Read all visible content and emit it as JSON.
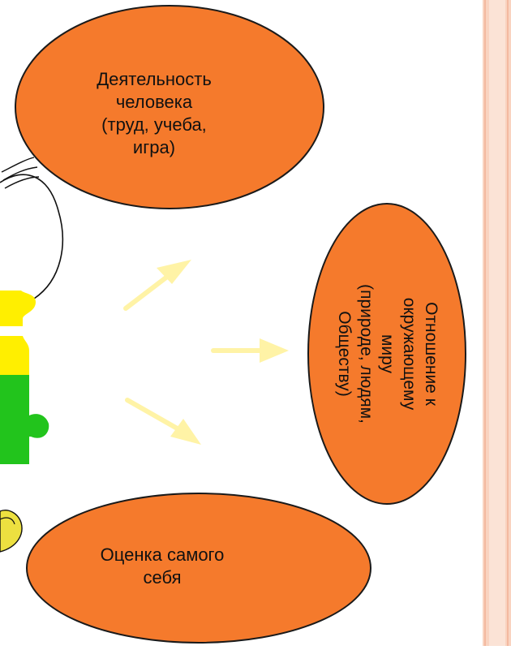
{
  "nodes": {
    "activity": {
      "lines": [
        "Деятельность",
        "человека",
        "(труд, учеба,",
        "игра)"
      ]
    },
    "attitude": {
      "lines": [
        "Отношение к",
        "окружающему",
        "миру",
        "(природе, людям,",
        "Обществу)"
      ]
    },
    "self_assessment": {
      "lines": [
        "Оценка самого",
        "себя"
      ]
    }
  },
  "colors": {
    "oval_fill": "#f57a2c",
    "oval_stroke": "#1a1a1a",
    "arrow": "#fff3a6",
    "puzzle_yellow": "#ffef00",
    "puzzle_green": "#22c41c",
    "side_band": "#f9d3c0",
    "side_band_inner": "#fbe3d6"
  },
  "icons": {
    "figure": "puzzle-figure-icon",
    "arrows": "arrow-icon"
  }
}
